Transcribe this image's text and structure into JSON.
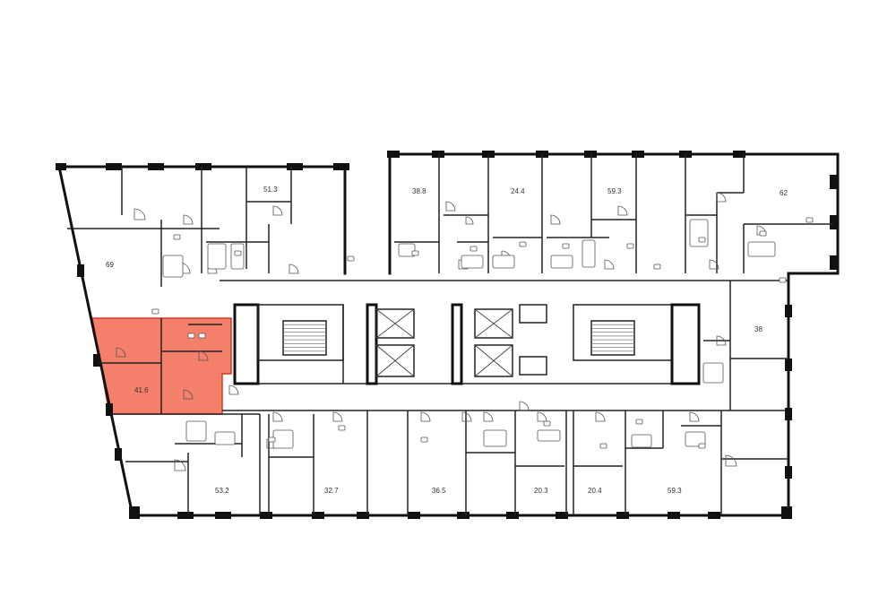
{
  "plan": {
    "highlight_color": "#f26d55",
    "apartments": [
      {
        "id": "apt-69",
        "area": "69",
        "highlighted": false
      },
      {
        "id": "apt-51-3",
        "area": "51.3",
        "highlighted": false
      },
      {
        "id": "apt-38-8",
        "area": "38.8",
        "highlighted": false
      },
      {
        "id": "apt-24-4",
        "area": "24.4",
        "highlighted": false
      },
      {
        "id": "apt-59-3-top",
        "area": "59.3",
        "highlighted": false
      },
      {
        "id": "apt-62",
        "area": "62",
        "highlighted": false
      },
      {
        "id": "apt-38",
        "area": "38",
        "highlighted": false
      },
      {
        "id": "apt-41-6",
        "area": "41.6",
        "highlighted": true
      },
      {
        "id": "apt-53-2",
        "area": "53.2",
        "highlighted": false
      },
      {
        "id": "apt-32-7",
        "area": "32.7",
        "highlighted": false
      },
      {
        "id": "apt-36-5",
        "area": "36.5",
        "highlighted": false
      },
      {
        "id": "apt-20-3",
        "area": "20.3",
        "highlighted": false
      },
      {
        "id": "apt-20-4",
        "area": "20.4",
        "highlighted": false
      },
      {
        "id": "apt-59-3-bottom",
        "area": "59.3",
        "highlighted": false
      }
    ]
  }
}
